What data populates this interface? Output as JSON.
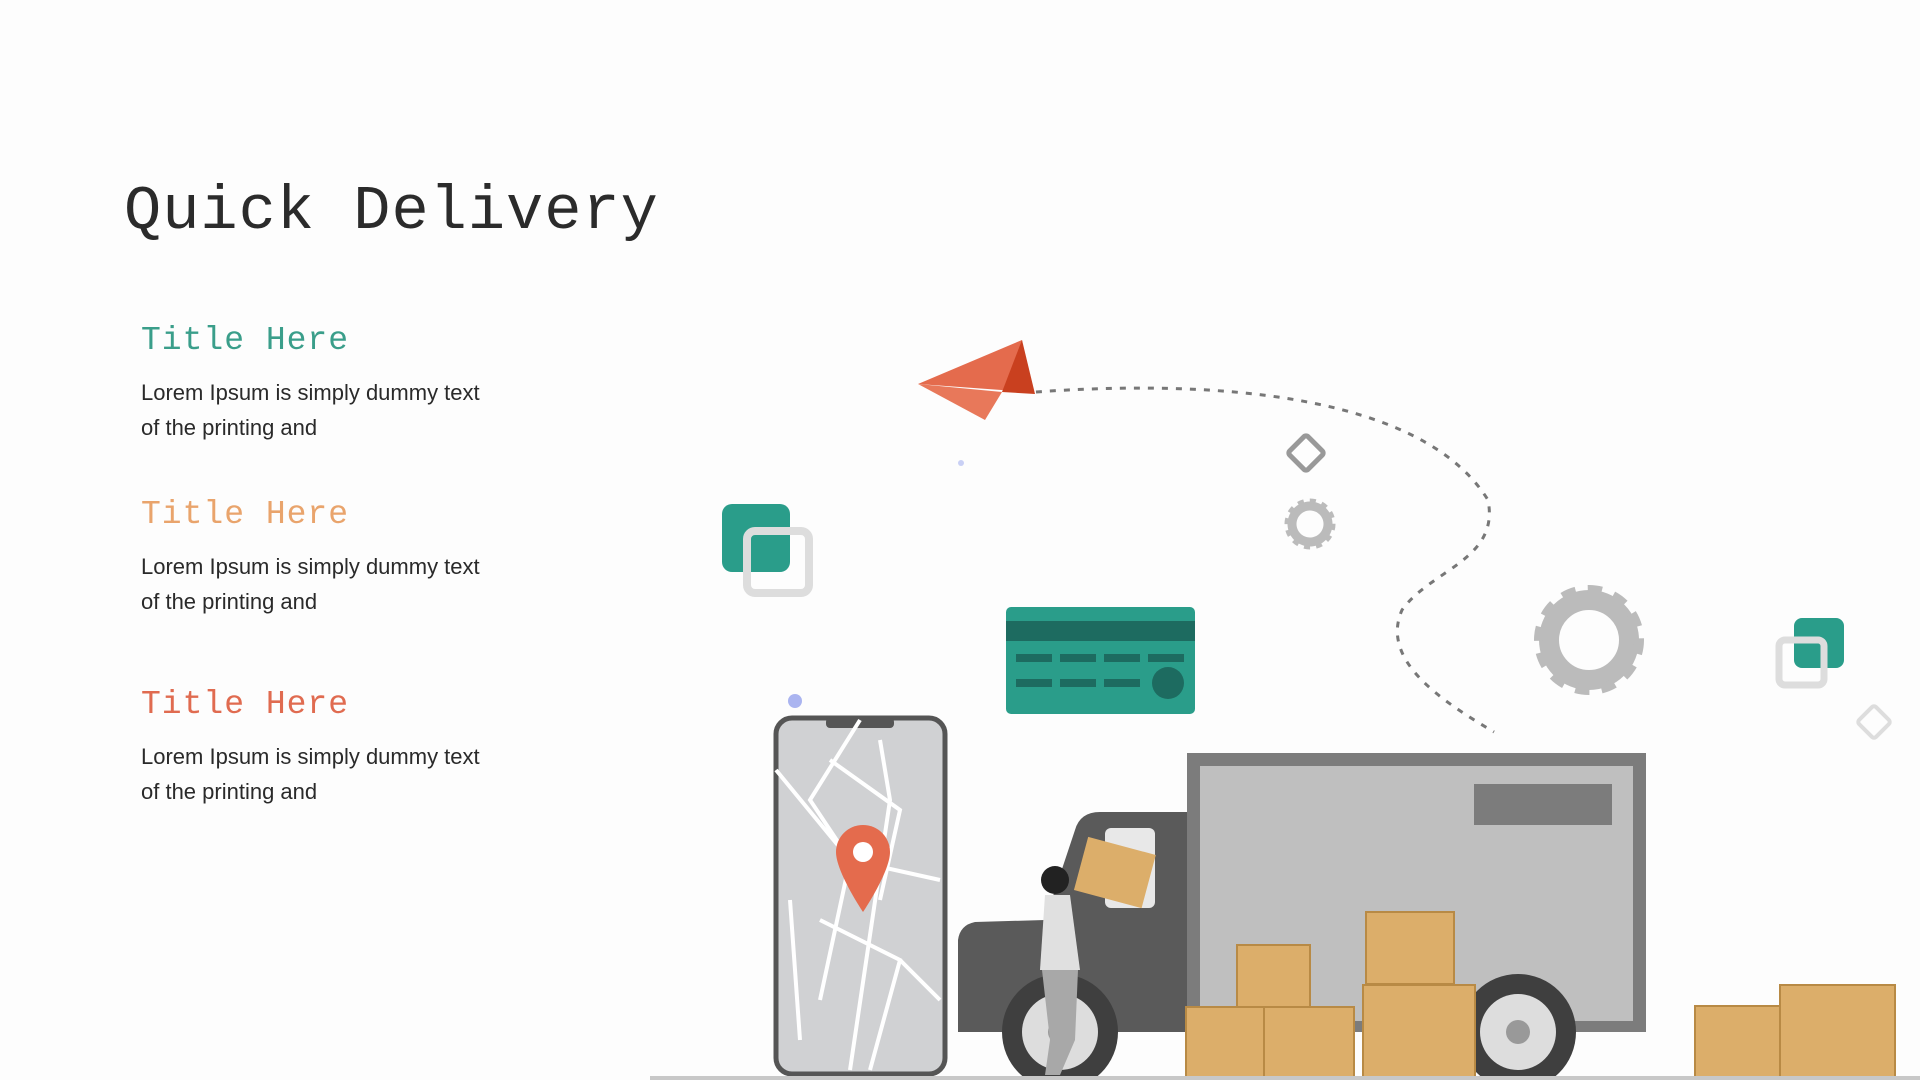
{
  "page": {
    "title": "Quick Delivery"
  },
  "items": [
    {
      "title": "Title Here",
      "text_line1": "Lorem Ipsum is simply dummy text",
      "text_line2": "of the printing and",
      "color": "#3a9e8a"
    },
    {
      "title": "Title Here",
      "text_line1": "Lorem Ipsum is simply dummy text",
      "text_line2": "of the printing and",
      "color": "#e9a46c"
    },
    {
      "title": "Title Here",
      "text_line1": "Lorem Ipsum is simply dummy text",
      "text_line2": "of the printing and",
      "color": "#e06b50"
    }
  ],
  "colors": {
    "teal": "#2a9d8a",
    "orange": "#e46b4d",
    "box": "#dcae6a",
    "gray": "#bebebe",
    "dark": "#5a5a5a"
  }
}
